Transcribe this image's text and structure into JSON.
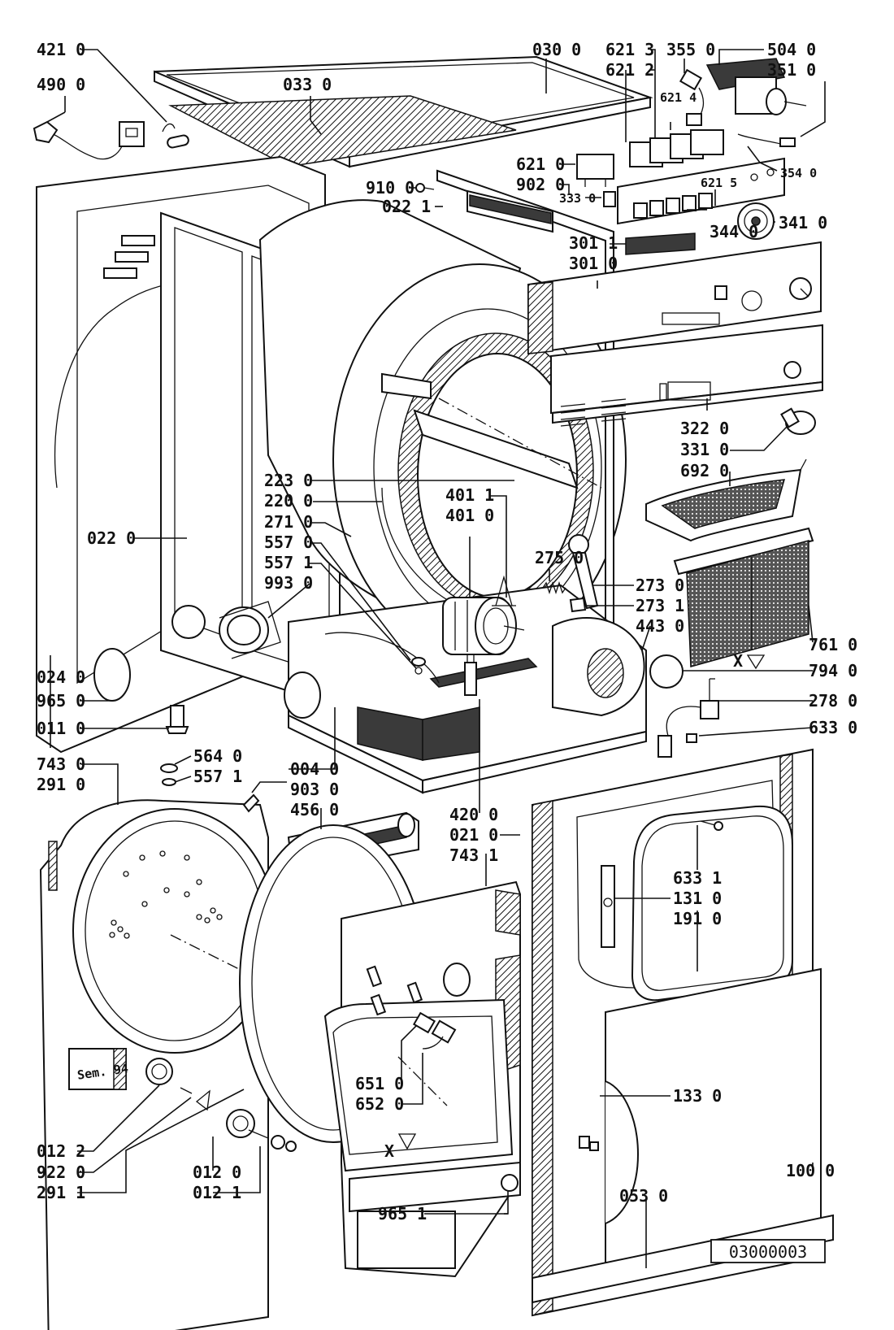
{
  "drawing_number": "03000003",
  "stamp_text": "Sem. 94",
  "marks": {
    "x_top": "X",
    "x_bottom": "X"
  },
  "labels": [
    {
      "id": "421-0",
      "text": "421 0"
    },
    {
      "id": "490-0",
      "text": "490 0"
    },
    {
      "id": "033-0",
      "text": "033 0"
    },
    {
      "id": "030-0",
      "text": "030 0"
    },
    {
      "id": "621-3",
      "text": "621 3"
    },
    {
      "id": "621-2",
      "text": "621 2"
    },
    {
      "id": "355-0",
      "text": "355 0"
    },
    {
      "id": "504-0",
      "text": "504 0"
    },
    {
      "id": "351-0",
      "text": "351 0"
    },
    {
      "id": "621-4",
      "text": "621 4"
    },
    {
      "id": "354-0",
      "text": "354 0"
    },
    {
      "id": "621-0",
      "text": "621 0"
    },
    {
      "id": "902-0",
      "text": "902 0"
    },
    {
      "id": "910-0",
      "text": "910 0"
    },
    {
      "id": "022-1",
      "text": "022 1"
    },
    {
      "id": "333-0",
      "text": "333 0"
    },
    {
      "id": "621-5",
      "text": "621 5"
    },
    {
      "id": "344-0",
      "text": "344 0"
    },
    {
      "id": "341-0",
      "text": "341 0"
    },
    {
      "id": "301-1",
      "text": "301 1"
    },
    {
      "id": "301-0",
      "text": "301 0"
    },
    {
      "id": "322-0",
      "text": "322 0"
    },
    {
      "id": "331-0",
      "text": "331 0"
    },
    {
      "id": "692-0",
      "text": "692 0"
    },
    {
      "id": "223-0",
      "text": "223 0"
    },
    {
      "id": "220-0",
      "text": "220 0"
    },
    {
      "id": "271-0",
      "text": "271 0"
    },
    {
      "id": "557-0",
      "text": "557 0"
    },
    {
      "id": "557-1a",
      "text": "557 1"
    },
    {
      "id": "993-0",
      "text": "993 0"
    },
    {
      "id": "401-1",
      "text": "401 1"
    },
    {
      "id": "401-0",
      "text": "401 0"
    },
    {
      "id": "275-0",
      "text": "275 0"
    },
    {
      "id": "273-0",
      "text": "273 0"
    },
    {
      "id": "273-1",
      "text": "273 1"
    },
    {
      "id": "443-0",
      "text": "443 0"
    },
    {
      "id": "022-0",
      "text": "022 0"
    },
    {
      "id": "761-0",
      "text": "761 0"
    },
    {
      "id": "794-0",
      "text": "794 0"
    },
    {
      "id": "278-0",
      "text": "278 0"
    },
    {
      "id": "633-0",
      "text": "633 0"
    },
    {
      "id": "024-0",
      "text": "024 0"
    },
    {
      "id": "965-0",
      "text": "965 0"
    },
    {
      "id": "011-0",
      "text": "011 0"
    },
    {
      "id": "743-0",
      "text": "743 0"
    },
    {
      "id": "291-0",
      "text": "291 0"
    },
    {
      "id": "564-0",
      "text": "564 0"
    },
    {
      "id": "557-1b",
      "text": "557 1"
    },
    {
      "id": "004-0",
      "text": "004 0"
    },
    {
      "id": "903-0",
      "text": "903 0"
    },
    {
      "id": "456-0",
      "text": "456 0"
    },
    {
      "id": "420-0",
      "text": "420 0"
    },
    {
      "id": "021-0",
      "text": "021 0"
    },
    {
      "id": "743-1",
      "text": "743 1"
    },
    {
      "id": "633-1",
      "text": "633 1"
    },
    {
      "id": "131-0",
      "text": "131 0"
    },
    {
      "id": "191-0",
      "text": "191 0"
    },
    {
      "id": "651-0",
      "text": "651 0"
    },
    {
      "id": "652-0",
      "text": "652 0"
    },
    {
      "id": "133-0",
      "text": "133 0"
    },
    {
      "id": "012-2",
      "text": "012 2"
    },
    {
      "id": "922-0",
      "text": "922 0"
    },
    {
      "id": "291-1",
      "text": "291 1"
    },
    {
      "id": "012-0",
      "text": "012 0"
    },
    {
      "id": "012-1",
      "text": "012 1"
    },
    {
      "id": "965-1",
      "text": "965 1"
    },
    {
      "id": "053-0",
      "text": "053 0"
    },
    {
      "id": "100-0",
      "text": "100 0"
    }
  ]
}
